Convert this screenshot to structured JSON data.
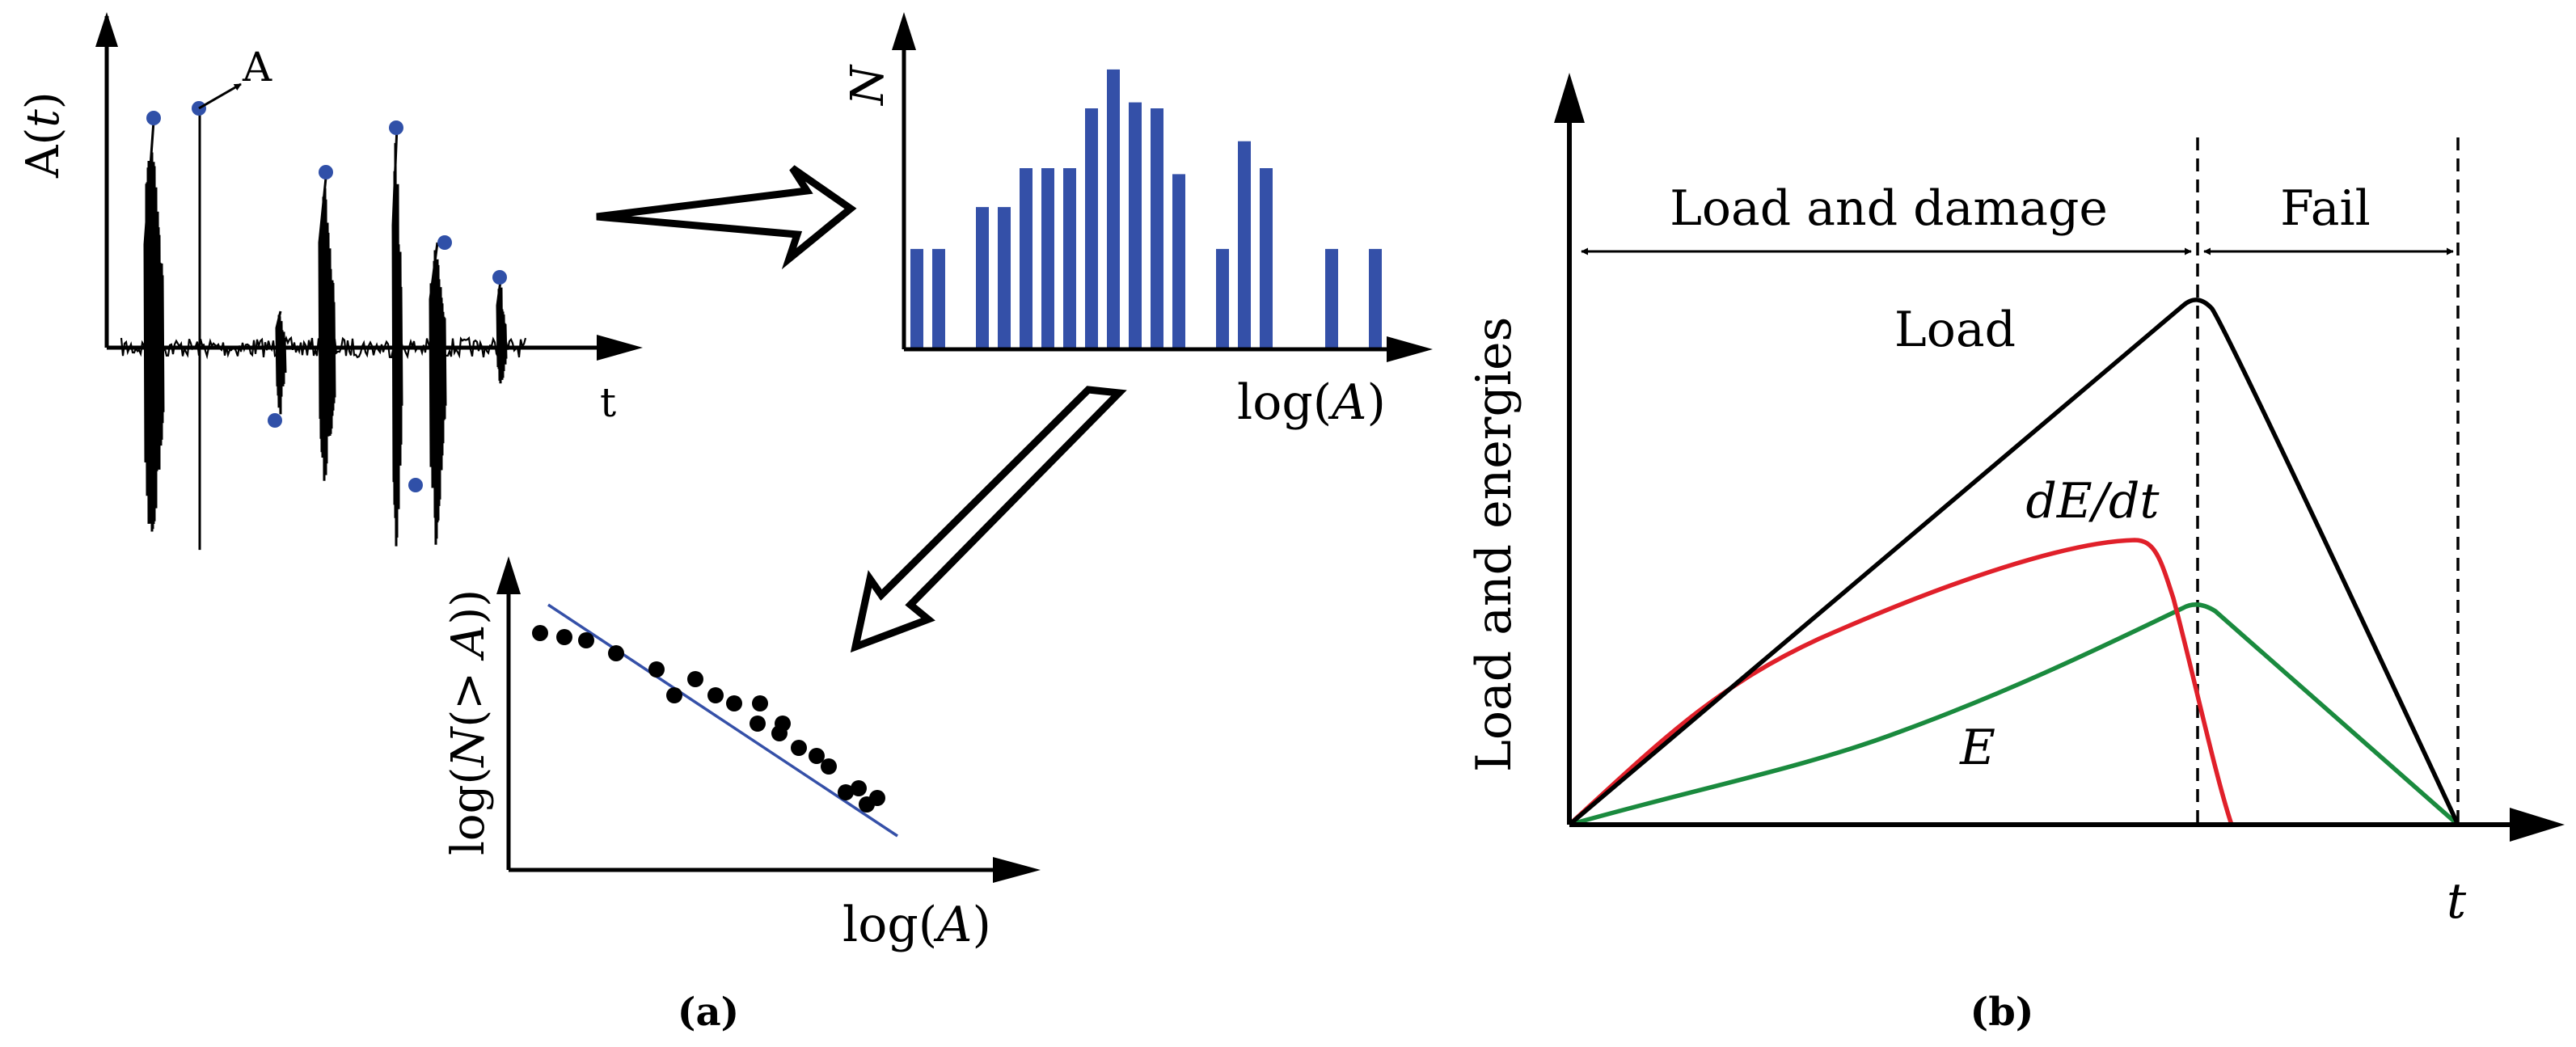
{
  "panel_a": {
    "caption": "(a)",
    "signal": {
      "ylabel_prefix": "A(",
      "ylabel_var": "t",
      "ylabel_suffix": ")",
      "xlabel": "t",
      "peak_label": "A",
      "peak_color": "#3050a8"
    },
    "histogram": {
      "ylabel": "N",
      "xlabel_prefix": "log(",
      "xlabel_var": "A",
      "xlabel_suffix": ")",
      "bar_color": "#3450a8",
      "bar_heights": [
        0.33,
        0.33,
        0,
        0.47,
        0.47,
        0.6,
        0.6,
        0.6,
        0.8,
        0.93,
        0.82,
        0.8,
        0.58,
        0,
        0.33,
        0.69,
        0.6,
        0,
        0,
        0.33,
        0,
        0.33
      ]
    },
    "loglog": {
      "ylabel_prefix": "log(",
      "ylabel_var1": "N",
      "ylabel_mid": "(> ",
      "ylabel_var2": "A",
      "ylabel_suffix": "))",
      "xlabel_prefix": "log(",
      "xlabel_var": "A",
      "xlabel_suffix": ")",
      "fit_color": "#3550a8",
      "point_color": "#000000"
    }
  },
  "panel_b": {
    "caption": "(b)",
    "ylabel": "Load and energies",
    "xlabel": "t",
    "phase_load": "Load and damage",
    "phase_fail": "Fail",
    "curve_load": {
      "label": "Load",
      "color": "#000000"
    },
    "curve_rate": {
      "label": "dE/dt",
      "color": "#e0202a"
    },
    "curve_energy": {
      "label": "E",
      "color": "#1a8a3e"
    }
  }
}
